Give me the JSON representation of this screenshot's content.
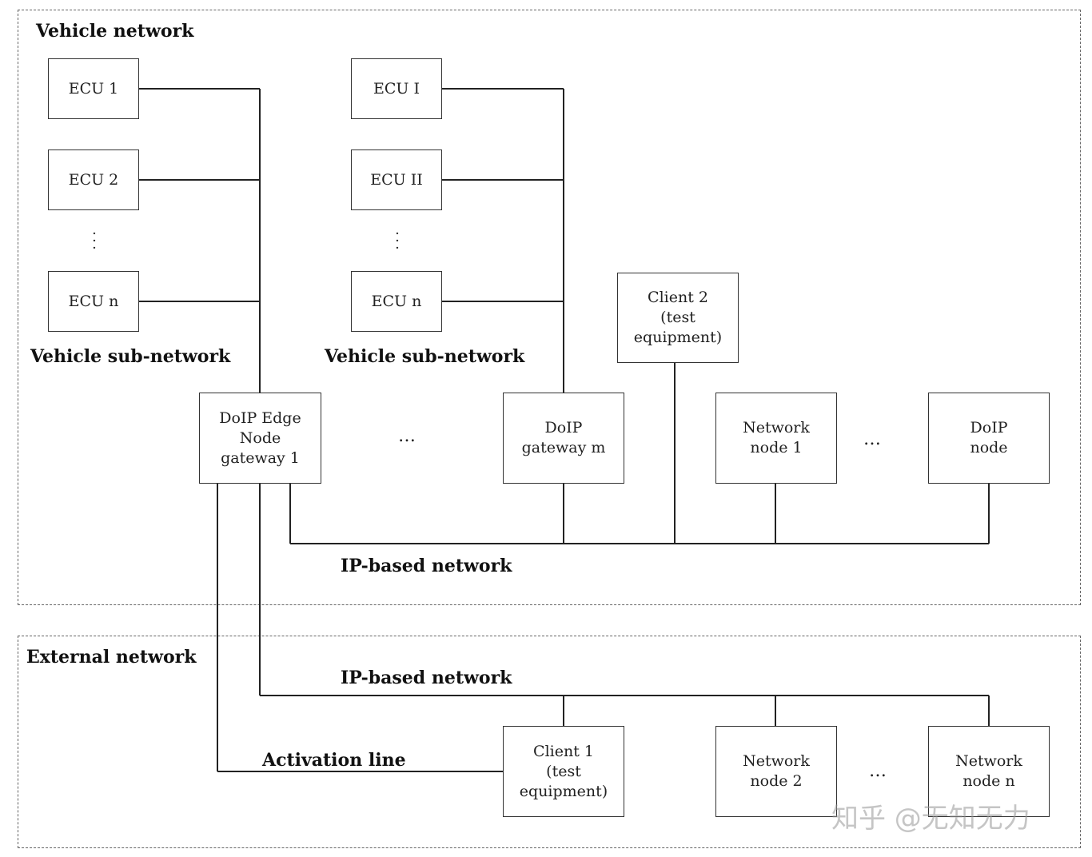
{
  "regions": {
    "vehicle": {
      "label": "Vehicle network"
    },
    "external": {
      "label": "External network"
    }
  },
  "labels": {
    "subnet_left": "Vehicle sub-network",
    "subnet_right": "Vehicle sub-network",
    "ip_network_internal": "IP-based network",
    "ip_network_external": "IP-based network",
    "activation_line": "Activation line"
  },
  "boxes": {
    "ecu_1": "ECU  1",
    "ecu_2": "ECU 2",
    "ecu_n_left": "ECU n",
    "ecu_i": "ECU I",
    "ecu_ii": "ECU II",
    "ecu_n_right": "ECU n",
    "doip_edge_node": "DoIP Edge\nNode\ngateway 1",
    "doip_gateway_m": "DoIP\ngateway m",
    "client_2": "Client 2\n(test\nequipment)",
    "network_node_1": "Network\nnode 1",
    "doip_node": "DoIP\nnode",
    "client_1": "Client 1\n(test\nequipment)",
    "network_node_2": "Network\nnode 2",
    "network_node_n": "Network\nnode n"
  },
  "ellipses": {
    "h_gateways": "…",
    "h_nodes_internal": "…",
    "h_nodes_external": "…",
    "v_left": "⋮",
    "v_right": "⋮"
  },
  "watermark": "知乎 @无知无力"
}
